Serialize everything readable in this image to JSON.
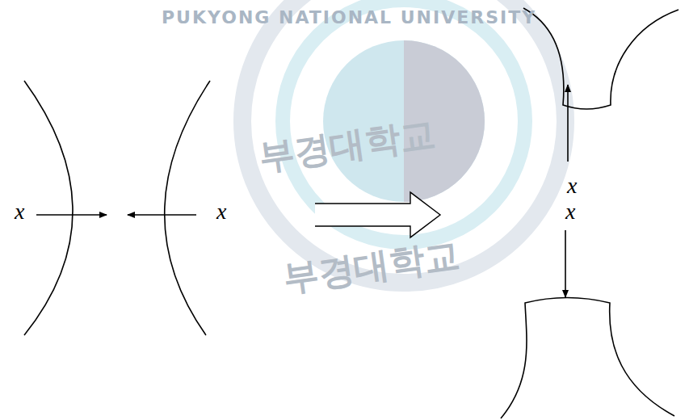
{
  "diagram": {
    "labels": [
      "x",
      "x",
      "x",
      "x",
      "PUKYONG NATIONAL UNIVERSITY",
      "부경대학교",
      "부경대학교"
    ]
  }
}
